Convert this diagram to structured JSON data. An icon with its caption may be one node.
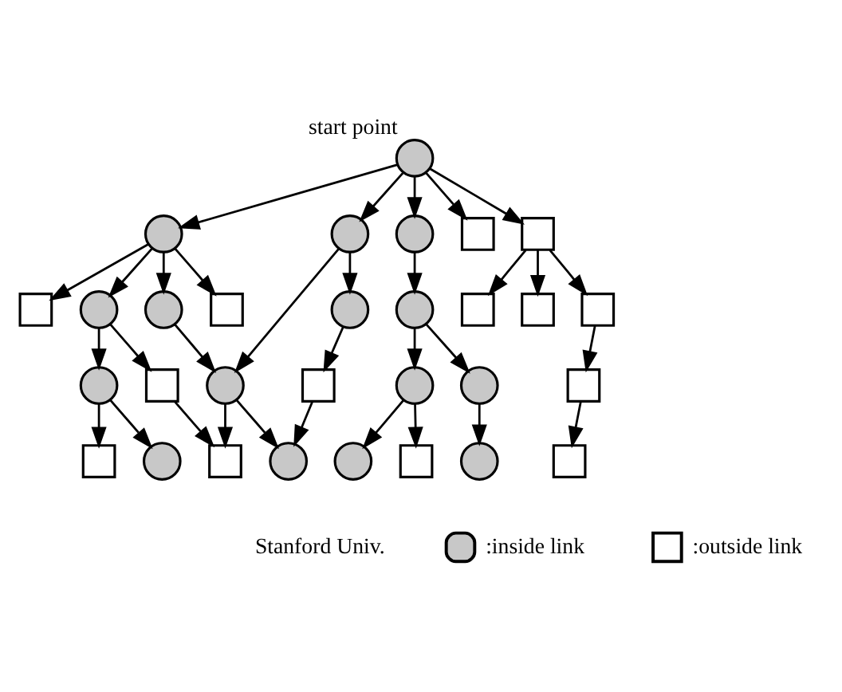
{
  "diagram": {
    "nodes": [
      {
        "text": [],
        "shape": "circle",
        "beside": [
          "start point"
        ]
      },
      {
        "text": [],
        "shape": "circle"
      },
      {
        "text": [],
        "shape": "circle"
      },
      {
        "text": [],
        "shape": "circle"
      },
      {
        "text": [],
        "shape": "box"
      },
      {
        "text": [],
        "shape": "box"
      },
      {
        "text": [],
        "shape": "box"
      },
      {
        "text": [],
        "shape": "circle"
      },
      {
        "text": [],
        "shape": "circle"
      },
      {
        "text": [],
        "shape": "box"
      },
      {
        "text": [],
        "shape": "circle"
      },
      {
        "text": [],
        "shape": "circle"
      },
      {
        "text": [],
        "shape": "box"
      },
      {
        "text": [],
        "shape": "box"
      },
      {
        "text": [],
        "shape": "box"
      },
      {
        "text": [],
        "shape": "circle"
      },
      {
        "text": [],
        "shape": "box"
      },
      {
        "text": [],
        "shape": "circle"
      },
      {
        "text": [],
        "shape": "box"
      },
      {
        "text": [],
        "shape": "circle"
      },
      {
        "text": [],
        "shape": "circle"
      },
      {
        "text": [],
        "shape": "box"
      },
      {
        "text": [],
        "shape": "box"
      },
      {
        "text": [],
        "shape": "circle"
      },
      {
        "text": [],
        "shape": "box"
      },
      {
        "text": [],
        "shape": "circle"
      },
      {
        "text": [],
        "shape": "circle"
      },
      {
        "text": [],
        "shape": "box"
      },
      {
        "text": [],
        "shape": "circle"
      },
      {
        "text": [],
        "shape": "box"
      }
    ],
    "edges": [
      {
        "from": 0,
        "to": 1,
        "arrow": "to"
      },
      {
        "from": 0,
        "to": 2,
        "arrow": "to"
      },
      {
        "from": 0,
        "to": 3,
        "arrow": "to"
      },
      {
        "from": 0,
        "to": 4,
        "arrow": "to"
      },
      {
        "from": 0,
        "to": 5,
        "arrow": "to"
      },
      {
        "from": 1,
        "to": 6,
        "arrow": "to"
      },
      {
        "from": 1,
        "to": 7,
        "arrow": "to"
      },
      {
        "from": 1,
        "to": 8,
        "arrow": "to"
      },
      {
        "from": 1,
        "to": 9,
        "arrow": "to"
      },
      {
        "from": 2,
        "to": 17,
        "arrow": "to"
      },
      {
        "from": 2,
        "to": 10,
        "arrow": "to"
      },
      {
        "from": 3,
        "to": 11,
        "arrow": "to"
      },
      {
        "from": 5,
        "to": 12,
        "arrow": "to"
      },
      {
        "from": 5,
        "to": 13,
        "arrow": "to"
      },
      {
        "from": 5,
        "to": 14,
        "arrow": "to"
      },
      {
        "from": 7,
        "to": 15,
        "arrow": "to"
      },
      {
        "from": 7,
        "to": 16,
        "arrow": "to"
      },
      {
        "from": 8,
        "to": 17,
        "arrow": "to"
      },
      {
        "from": 10,
        "to": 18,
        "arrow": "to"
      },
      {
        "from": 11,
        "to": 19,
        "arrow": "to"
      },
      {
        "from": 11,
        "to": 20,
        "arrow": "to"
      },
      {
        "from": 14,
        "to": 21,
        "arrow": "to"
      },
      {
        "from": 15,
        "to": 22,
        "arrow": "to"
      },
      {
        "from": 15,
        "to": 23,
        "arrow": "to"
      },
      {
        "from": 16,
        "to": 24,
        "arrow": "to"
      },
      {
        "from": 17,
        "to": 24,
        "arrow": "to"
      },
      {
        "from": 17,
        "to": 25,
        "arrow": "to"
      },
      {
        "from": 18,
        "to": 25,
        "arrow": "to"
      },
      {
        "from": 19,
        "to": 26,
        "arrow": "to"
      },
      {
        "from": 19,
        "to": 27,
        "arrow": "to"
      },
      {
        "from": 20,
        "to": 28,
        "arrow": "to"
      },
      {
        "from": 21,
        "to": 29,
        "arrow": "to"
      }
    ],
    "labels": [
      "Stanford Univ."
    ],
    "legend": [
      {
        "text": ":inside link"
      },
      {
        "text": ":outside link"
      }
    ]
  }
}
